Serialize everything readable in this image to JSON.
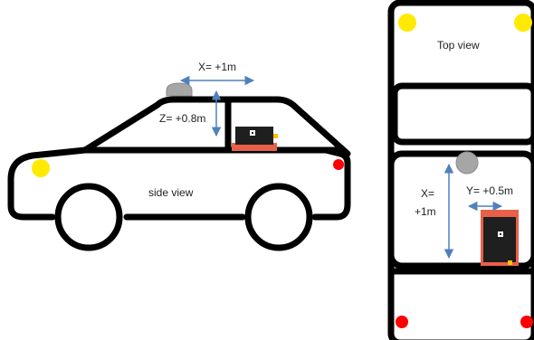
{
  "side_view": {
    "title": "side view",
    "x_offset_label": "X= +1m",
    "z_offset_label": "Z= +0.8m"
  },
  "top_view": {
    "title": "Top view",
    "x_offset_label_line1": "X=",
    "x_offset_label_line2": "+1m",
    "y_offset_label": "Y= +0.5m"
  },
  "colors": {
    "outline": "#000000",
    "arrow": "#4f81bd",
    "sensor_dome": "#a6a6a6",
    "front_marker": "#ffea00",
    "rear_marker": "#ff0000",
    "device_body": "#1f1f1f",
    "device_base": "#e8604a",
    "device_accent": "#ffc000"
  }
}
